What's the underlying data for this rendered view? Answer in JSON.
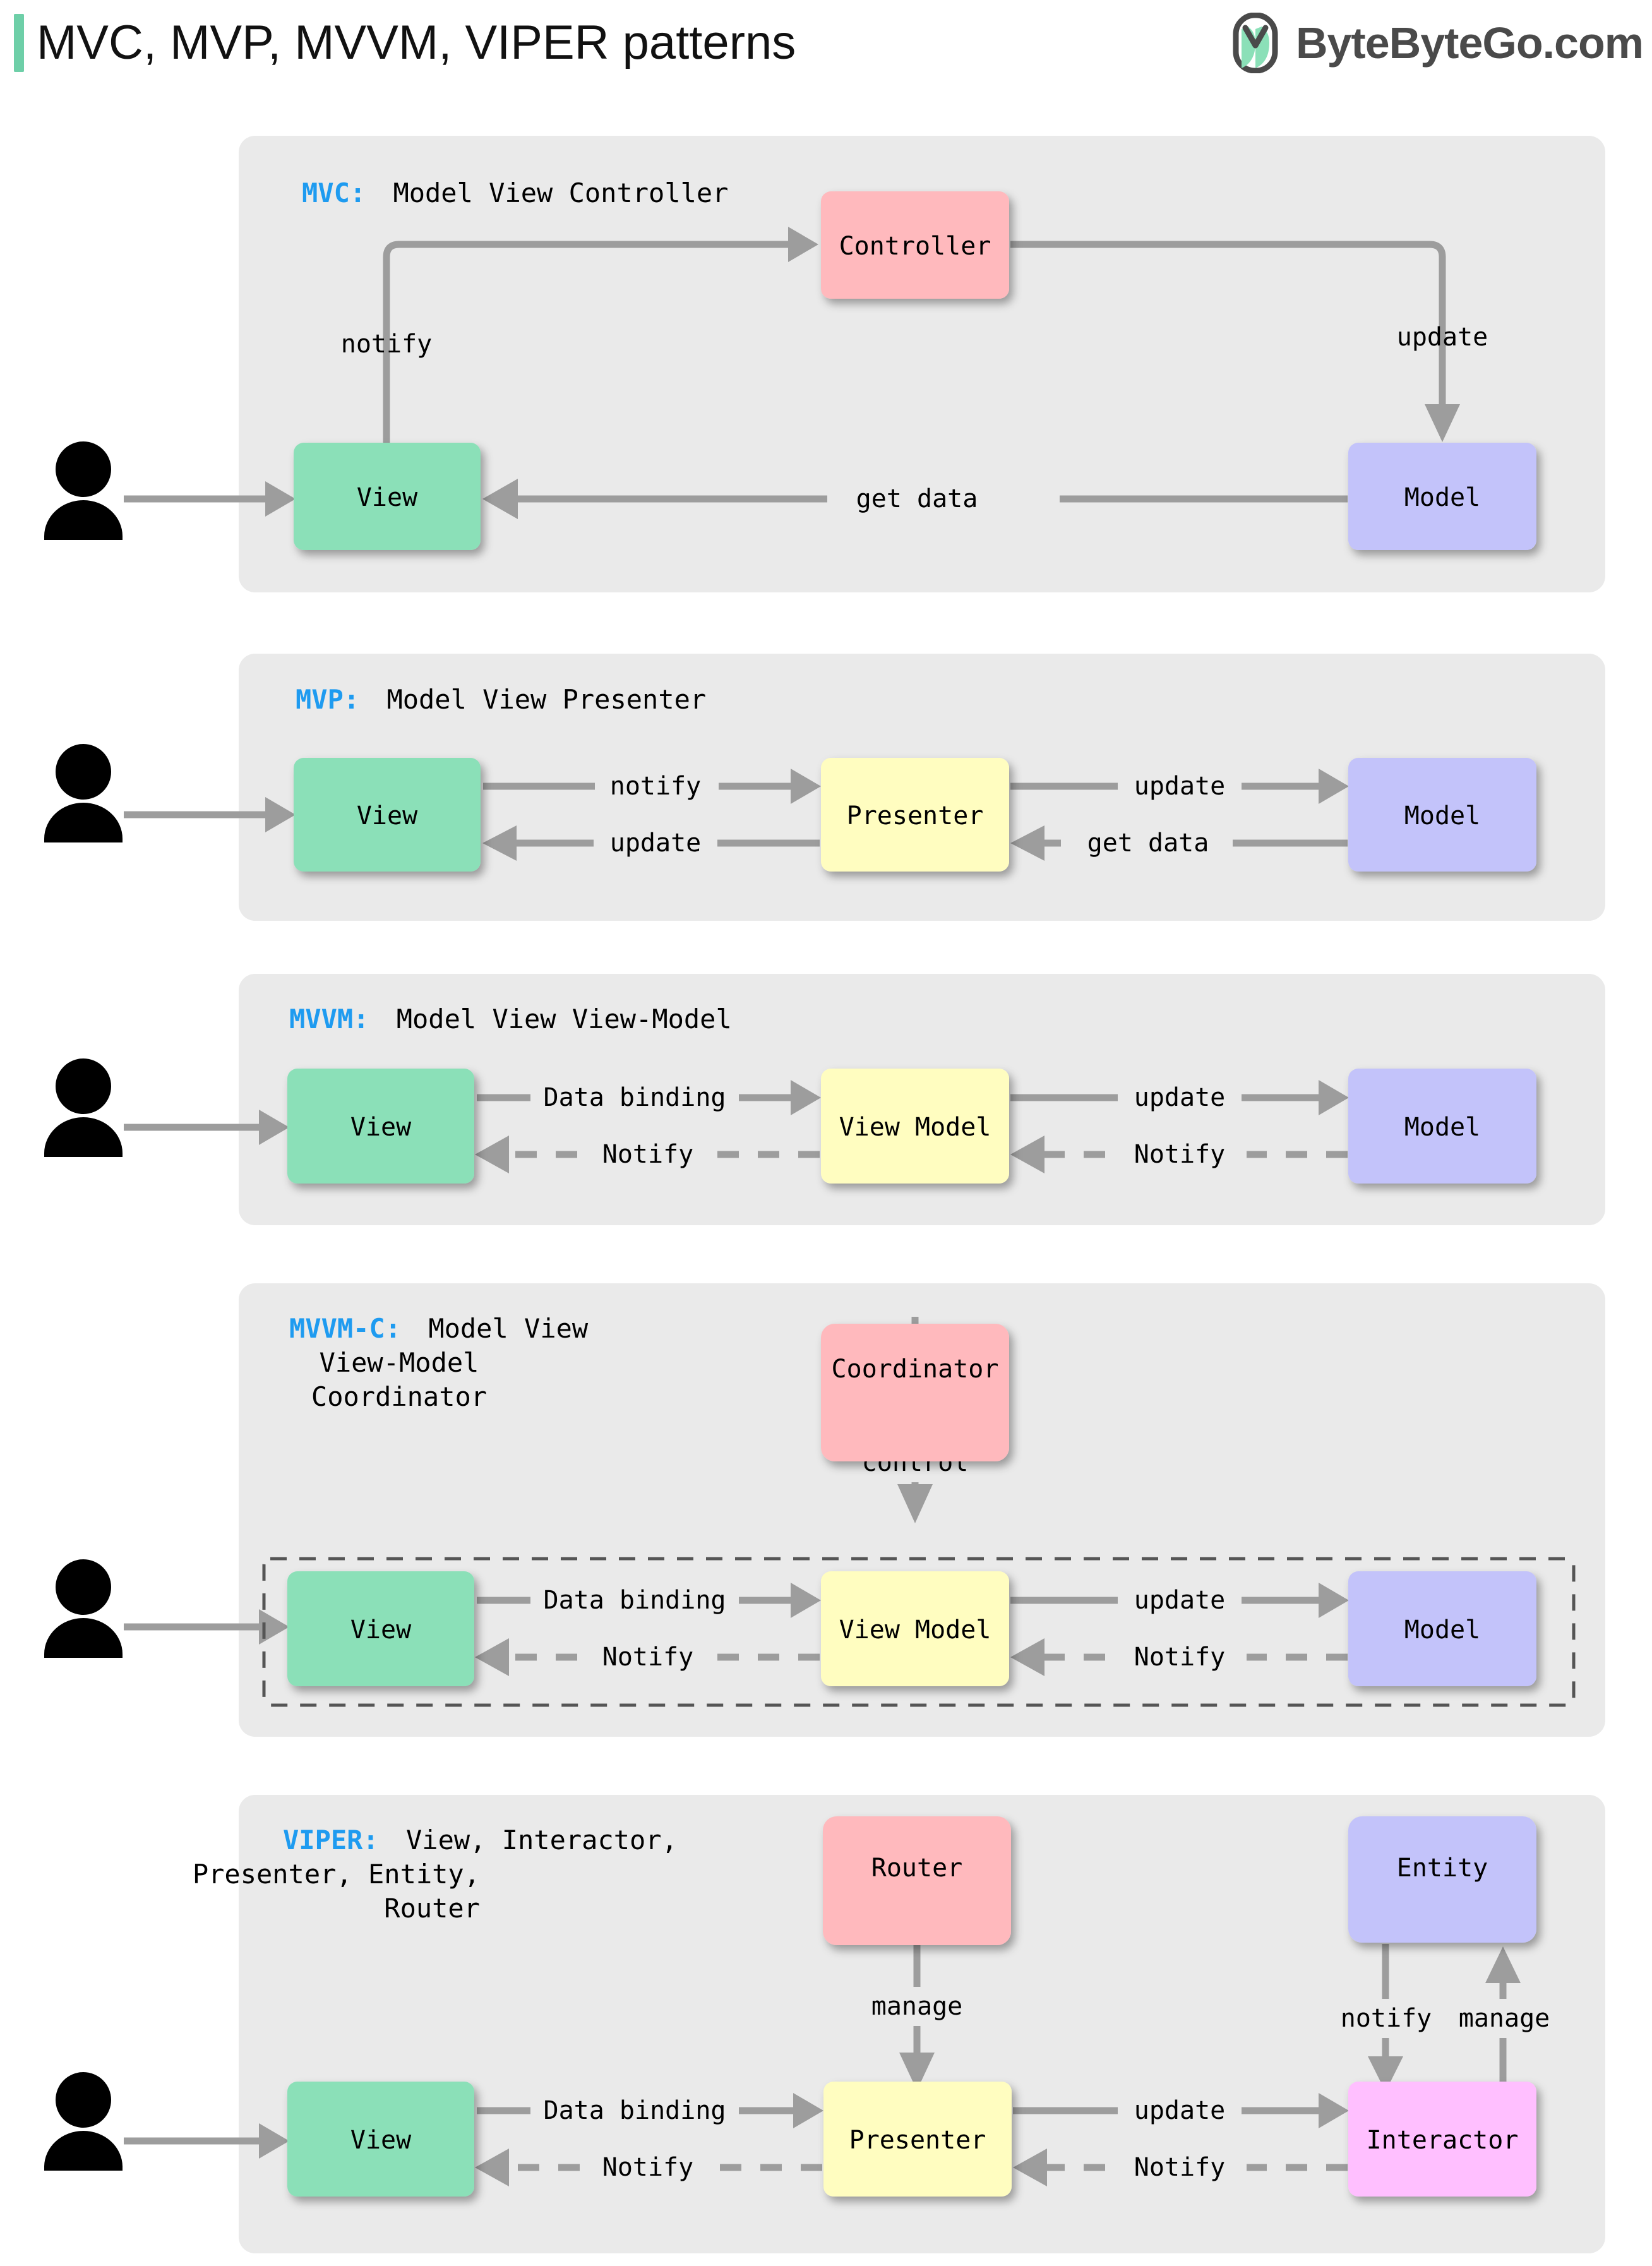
{
  "header": {
    "title": "MVC, MVP, MVVM, VIPER patterns",
    "accent_color": "#6ECFA8",
    "brand_text": "ByteByteGo.com",
    "brand_logo_icon": "bytebytego-leaf-logo-icon"
  },
  "palette": {
    "panel_bg": "#eaeaea",
    "page_bg": "#ffffff",
    "green": "#8BE0B8",
    "purple": "#C3C3FA",
    "red": "#FFB9BD",
    "yellow": "#FFFDC0",
    "pink": "#FFBFFF",
    "arrow": "#9d9d9d",
    "key_blue": "#1E9BF0",
    "dashed_border": "#555555"
  },
  "sections": [
    {
      "id": "mvc",
      "key": "MVC:",
      "caption_lines": [
        "Model View Controller"
      ],
      "nodes": [
        {
          "name": "View",
          "color": "green"
        },
        {
          "name": "Controller",
          "color": "red"
        },
        {
          "name": "Model",
          "color": "purple"
        }
      ],
      "edges": [
        {
          "label": "notify",
          "from": "View",
          "to": "Controller",
          "style": "solid"
        },
        {
          "label": "update",
          "from": "Controller",
          "to": "Model",
          "style": "solid"
        },
        {
          "label": "get data",
          "from": "Model",
          "to": "View",
          "style": "solid"
        }
      ],
      "actor": "user-person-icon"
    },
    {
      "id": "mvp",
      "key": "MVP:",
      "caption_lines": [
        "Model View Presenter"
      ],
      "nodes": [
        {
          "name": "View",
          "color": "green"
        },
        {
          "name": "Presenter",
          "color": "yellow"
        },
        {
          "name": "Model",
          "color": "purple"
        }
      ],
      "edges": [
        {
          "label": "notify",
          "from": "View",
          "to": "Presenter",
          "style": "solid"
        },
        {
          "label": "update",
          "from": "Presenter",
          "to": "Model",
          "style": "solid"
        },
        {
          "label": "update",
          "from": "Presenter",
          "to": "View",
          "style": "solid"
        },
        {
          "label": "get data",
          "from": "Model",
          "to": "Presenter",
          "style": "solid"
        }
      ],
      "actor": "user-person-icon"
    },
    {
      "id": "mvvm",
      "key": "MVVM:",
      "caption_lines": [
        "Model View View-Model"
      ],
      "nodes": [
        {
          "name": "View",
          "color": "green"
        },
        {
          "name": "View Model",
          "color": "yellow"
        },
        {
          "name": "Model",
          "color": "purple"
        }
      ],
      "edges": [
        {
          "label": "Data binding",
          "from": "View",
          "to": "View Model",
          "style": "solid"
        },
        {
          "label": "update",
          "from": "View Model",
          "to": "Model",
          "style": "solid"
        },
        {
          "label": "Notify",
          "from": "View Model",
          "to": "View",
          "style": "dashed"
        },
        {
          "label": "Notify",
          "from": "Model",
          "to": "View Model",
          "style": "dashed"
        }
      ],
      "actor": "user-person-icon"
    },
    {
      "id": "mvvmc",
      "key": "MVVM-C:",
      "caption_lines": [
        "Model View",
        "View-Model",
        "Coordinator"
      ],
      "nodes": [
        {
          "name": "Coordinator",
          "color": "red"
        },
        {
          "name": "View",
          "color": "green"
        },
        {
          "name": "View Model",
          "color": "yellow"
        },
        {
          "name": "Model",
          "color": "purple"
        }
      ],
      "edges": [
        {
          "label": "control",
          "from": "Coordinator",
          "to": "View Model",
          "style": "solid"
        },
        {
          "label": "Data binding",
          "from": "View",
          "to": "View Model",
          "style": "solid"
        },
        {
          "label": "update",
          "from": "View Model",
          "to": "Model",
          "style": "solid"
        },
        {
          "label": "Notify",
          "from": "View Model",
          "to": "View",
          "style": "dashed"
        },
        {
          "label": "Notify",
          "from": "Model",
          "to": "View Model",
          "style": "dashed"
        }
      ],
      "grouped": true,
      "actor": "user-person-icon"
    },
    {
      "id": "viper",
      "key": "VIPER:",
      "caption_lines": [
        "View, Interactor,",
        "Presenter, Entity,",
        "Router"
      ],
      "nodes": [
        {
          "name": "Router",
          "color": "red"
        },
        {
          "name": "Entity",
          "color": "purple"
        },
        {
          "name": "View",
          "color": "green"
        },
        {
          "name": "Presenter",
          "color": "yellow"
        },
        {
          "name": "Interactor",
          "color": "pink"
        }
      ],
      "edges": [
        {
          "label": "manage",
          "from": "Router",
          "to": "Presenter",
          "style": "solid"
        },
        {
          "label": "notify",
          "from": "Entity",
          "to": "Interactor",
          "style": "solid"
        },
        {
          "label": "manage",
          "from": "Interactor",
          "to": "Entity",
          "style": "solid"
        },
        {
          "label": "Data binding",
          "from": "View",
          "to": "Presenter",
          "style": "solid"
        },
        {
          "label": "update",
          "from": "Presenter",
          "to": "Interactor",
          "style": "solid"
        },
        {
          "label": "Notify",
          "from": "Presenter",
          "to": "View",
          "style": "dashed"
        },
        {
          "label": "Notify",
          "from": "Interactor",
          "to": "Presenter",
          "style": "dashed"
        }
      ],
      "actor": "user-person-icon"
    }
  ]
}
